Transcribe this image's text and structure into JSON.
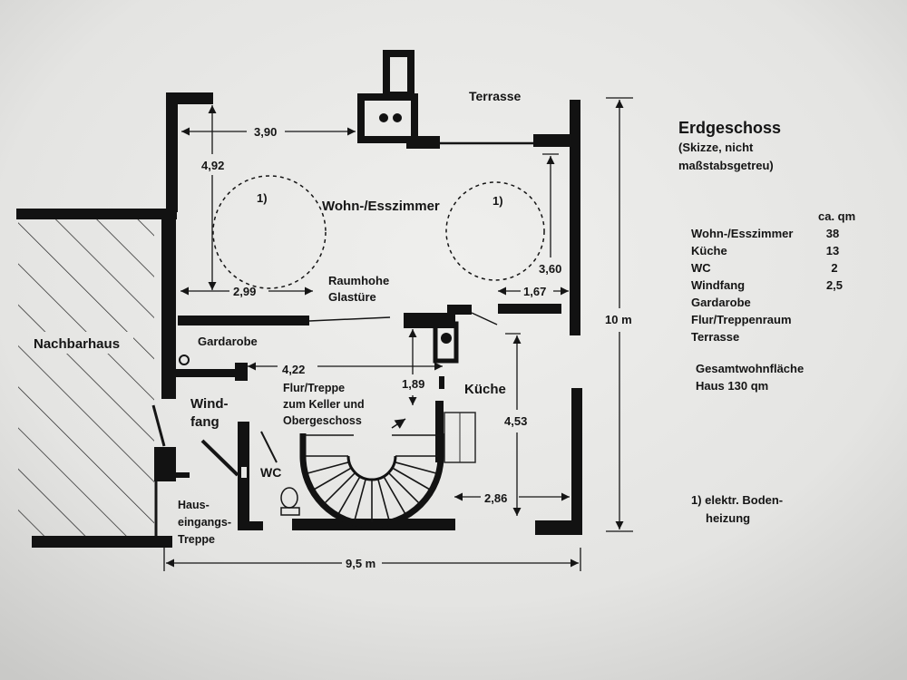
{
  "title": "Erdgeschoss",
  "subtitle": {
    "line1": "(Skizze, nicht",
    "line2": "maßstabsgetreu)"
  },
  "area_table": {
    "header": "ca. qm",
    "rows": [
      {
        "room": "Wohn-/Esszimmer",
        "area": "38"
      },
      {
        "room": "Küche",
        "area": "13"
      },
      {
        "room": "WC",
        "area": "2"
      },
      {
        "room": "Windfang",
        "area": "2,5"
      },
      {
        "room": "Gardarobe"
      },
      {
        "room": "Flur/Treppenraum"
      },
      {
        "room": "Terrasse"
      }
    ]
  },
  "total": {
    "line1": "Gesamtwohnfläche",
    "line2": "Haus 130 qm"
  },
  "footnote": {
    "line1": "1) elektr. Boden-",
    "line2": "heizung"
  },
  "plan": {
    "labels": {
      "terrasse": "Terrasse",
      "wohn_esszimmer": "Wohn-/Esszimmer",
      "heating_mark_left": "1)",
      "heating_mark_right": "1)",
      "glastuere_line1": "Raumhohe",
      "glastuere_line2": "Glastüre",
      "gardarobe": "Gardarobe",
      "nachbarhaus": "Nachbarhaus",
      "flur_line1": "Flur/Treppe",
      "flur_line2": "zum Keller und",
      "flur_line3": "Obergeschoss",
      "kueche": "Küche",
      "windfang_line1": "Wind-",
      "windfang_line2": "fang",
      "wc": "WC",
      "eingang_line1": "Haus-",
      "eingang_line2": "eingangs-",
      "eingang_line3": "Treppe"
    },
    "dimensions": {
      "d_390": "3,90",
      "d_492": "4,92",
      "d_299": "2,99",
      "d_167": "1,67",
      "d_360": "3,60",
      "d_10m": "10 m",
      "d_422": "4,22",
      "d_189": "1,89",
      "d_453": "4,53",
      "d_286": "2,86",
      "d_95m": "9,5 m"
    }
  },
  "colors": {
    "ink": "#151515",
    "paper": "#e6e6e4"
  }
}
